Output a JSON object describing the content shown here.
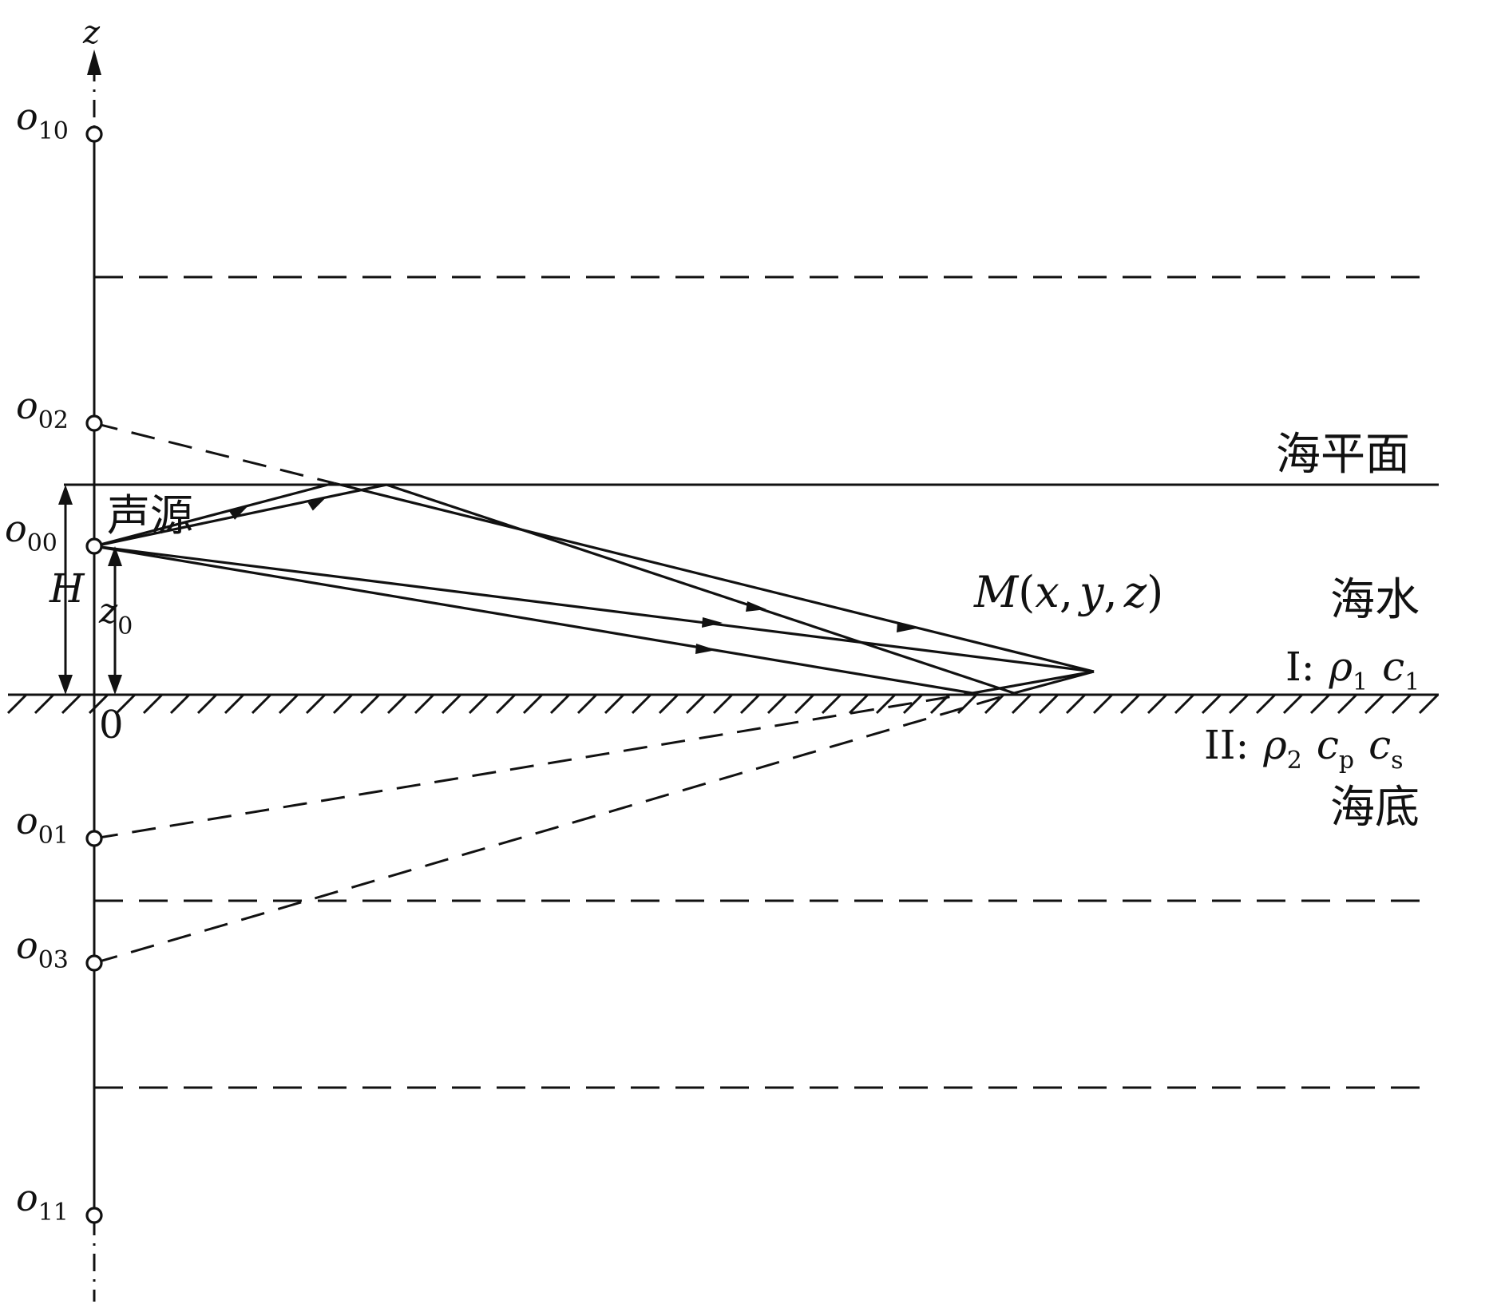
{
  "axis": {
    "name": "z"
  },
  "origin_label": "0",
  "images": [
    {
      "id": "o10",
      "base": "o",
      "sub": "10"
    },
    {
      "id": "o02",
      "base": "o",
      "sub": "02"
    },
    {
      "id": "o00",
      "base": "o",
      "sub": "00"
    },
    {
      "id": "o01",
      "base": "o",
      "sub": "01"
    },
    {
      "id": "o03",
      "base": "o",
      "sub": "03"
    },
    {
      "id": "o11",
      "base": "o",
      "sub": "11"
    }
  ],
  "labels": {
    "source": "声源",
    "depth_H": "H",
    "z0": {
      "base": "z",
      "sub": "0"
    },
    "receiver": {
      "M": "M",
      "open": "(",
      "x": "x",
      "comma1": ",",
      "y": "y",
      "comma2": ",",
      "z": "z",
      "close": ")"
    },
    "sea_surface": "海平面",
    "sea_water": "海水",
    "medium1": {
      "roman": "I:",
      "rho": "ρ",
      "rho_sub": "1",
      "c": "c",
      "c_sub": "1"
    },
    "medium2": {
      "roman": "II:",
      "rho": "ρ",
      "rho_sub": "2",
      "cp": "c",
      "cp_sub": "p",
      "cs": "c",
      "cs_sub": "s"
    },
    "seabed": "海底"
  }
}
